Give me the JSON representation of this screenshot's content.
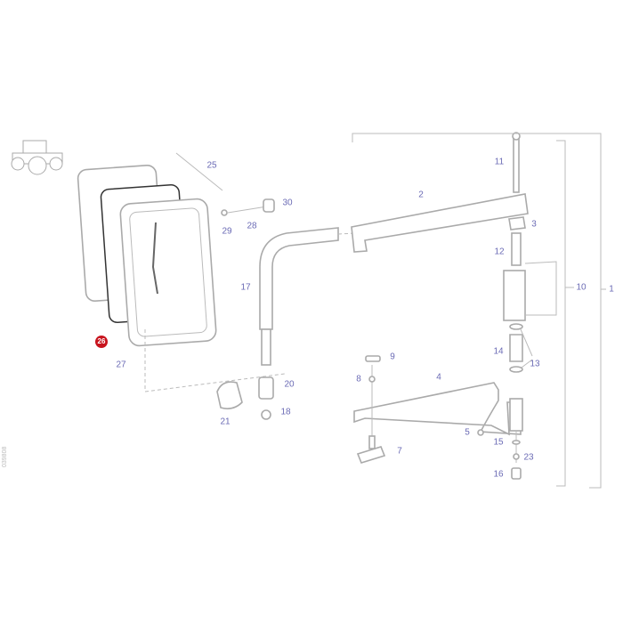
{
  "diagram": {
    "reference_code": "039808",
    "highlight_color": "#c8141e",
    "label_color": "#6b6bb5",
    "highlighted_part": {
      "number": "26"
    },
    "callouts": [
      {
        "number": "25"
      },
      {
        "number": "30"
      },
      {
        "number": "28"
      },
      {
        "number": "29"
      },
      {
        "number": "17"
      },
      {
        "number": "20"
      },
      {
        "number": "21"
      },
      {
        "number": "18"
      },
      {
        "number": "27"
      },
      {
        "number": "2"
      },
      {
        "number": "11"
      },
      {
        "number": "3"
      },
      {
        "number": "12"
      },
      {
        "number": "10"
      },
      {
        "number": "1"
      },
      {
        "number": "14"
      },
      {
        "number": "13"
      },
      {
        "number": "9"
      },
      {
        "number": "8"
      },
      {
        "number": "4"
      },
      {
        "number": "5"
      },
      {
        "number": "15"
      },
      {
        "number": "7"
      },
      {
        "number": "23"
      },
      {
        "number": "16"
      }
    ]
  }
}
